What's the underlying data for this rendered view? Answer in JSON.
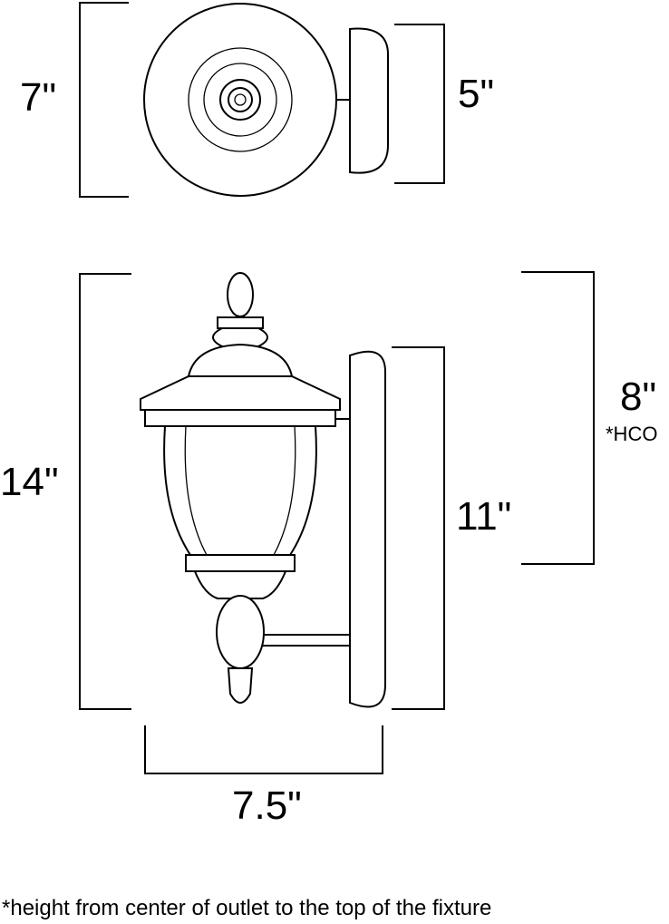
{
  "top_view": {
    "width_label": "7\"",
    "depth_label": "5\""
  },
  "front_view": {
    "height_label": "14\"",
    "backplate_label": "11\"",
    "hco_label": "8\"",
    "hco_abbrev": "*HCO",
    "extension_label": "7.5\""
  },
  "footnote": "*height from center of outlet to the top of the fixture"
}
